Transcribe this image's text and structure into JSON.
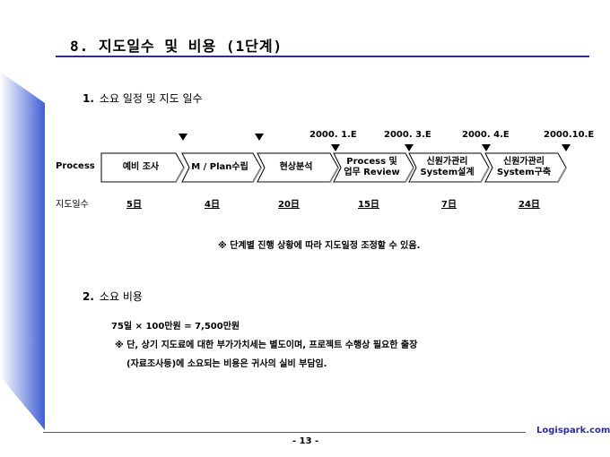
{
  "title": "8. 지도일수 및 비용 (1단계)",
  "section1": {
    "number": "1.",
    "label": "소요 일정  및  지도 일수"
  },
  "dates": [
    "2000. 1.E",
    "2000. 3.E",
    "2000. 4.E",
    "2000.10.E"
  ],
  "process_label": "Process",
  "stages": [
    {
      "label": "예비 조사"
    },
    {
      "label": "M / Plan수립"
    },
    {
      "label": "현상분석"
    },
    {
      "label": "Process 및\n업무 Review"
    },
    {
      "label": "신원가관리\nSystem설계"
    },
    {
      "label": "신원가관리\nSystem구축"
    }
  ],
  "days_label": "지도일수",
  "days": [
    "5日",
    "4日",
    "20日",
    "15日",
    "7日",
    "24日"
  ],
  "schedule_note": "※ 단계별 진행 상황에 따라 지도일정 조정할 수 있음.",
  "section2": {
    "number": "2.",
    "label": "소요 비용"
  },
  "cost_formula": "75일 × 100만원 = 7,500만원",
  "cost_note_line1": "※ 단, 상기 지도료에 대한 부가가치세는 별도이며, 프로젝트 수행상 필요한 출장",
  "cost_note_line2": "(자료조사등)에 소요되는 비용은 귀사의 실비 부담임.",
  "page_number": "- 13 -",
  "brand": "Logispark.com",
  "colors": {
    "accent": "#2b2f8f",
    "wedge": "#4a66d8"
  }
}
